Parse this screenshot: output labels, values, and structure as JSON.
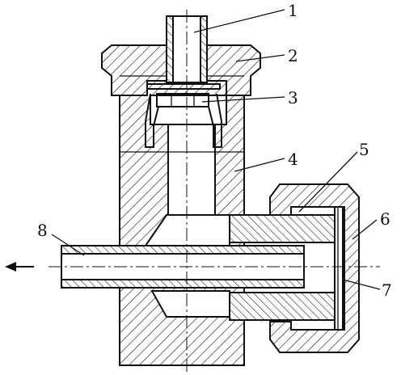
{
  "labels": [
    {
      "id": "1",
      "text": "1"
    },
    {
      "id": "2",
      "text": "2"
    },
    {
      "id": "3",
      "text": "3"
    },
    {
      "id": "4",
      "text": "4"
    },
    {
      "id": "5",
      "text": "5"
    },
    {
      "id": "6",
      "text": "6"
    },
    {
      "id": "7",
      "text": "7"
    },
    {
      "id": "8",
      "text": "8"
    }
  ],
  "flow_arrow_icon": "arrow-left-icon",
  "colors": {
    "ink": "#111111",
    "background": "#ffffff"
  }
}
